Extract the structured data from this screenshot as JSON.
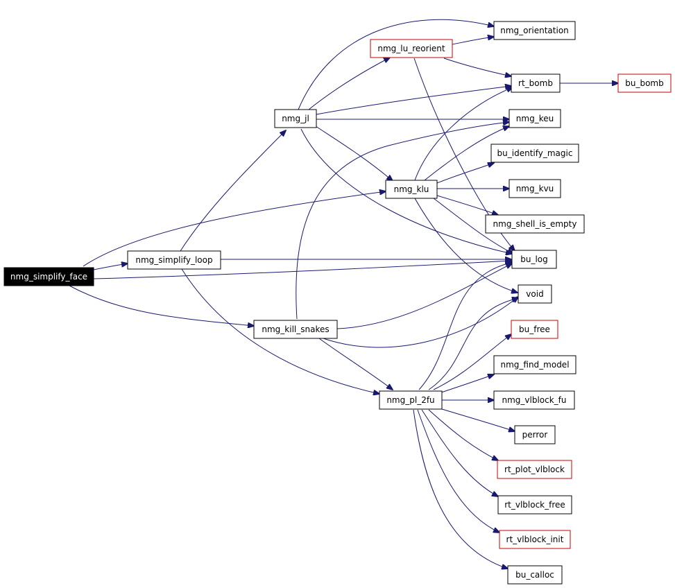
{
  "colors": {
    "edge": "#191970",
    "external_border": "#c80000",
    "root_fill": "#000000"
  },
  "nodes": {
    "nmg_simplify_face": "nmg_simplify_face",
    "nmg_simplify_loop": "nmg_simplify_loop",
    "nmg_jl": "nmg_jl",
    "nmg_klu": "nmg_klu",
    "nmg_kill_snakes": "nmg_kill_snakes",
    "nmg_pl_2fu": "nmg_pl_2fu",
    "nmg_lu_reorient": "nmg_lu_reorient",
    "nmg_orientation": "nmg_orientation",
    "rt_bomb": "rt_bomb",
    "bu_bomb": "bu_bomb",
    "nmg_keu": "nmg_keu",
    "bu_identify_magic": "bu_identify_magic",
    "nmg_kvu": "nmg_kvu",
    "nmg_shell_is_empty": "nmg_shell_is_empty",
    "bu_log": "bu_log",
    "void": "void",
    "bu_free": "bu_free",
    "nmg_find_model": "nmg_find_model",
    "nmg_vlblock_fu": "nmg_vlblock_fu",
    "perror": "perror",
    "rt_plot_vlblock": "rt_plot_vlblock",
    "rt_vlblock_free": "rt_vlblock_free",
    "rt_vlblock_init": "rt_vlblock_init",
    "bu_calloc": "bu_calloc"
  }
}
